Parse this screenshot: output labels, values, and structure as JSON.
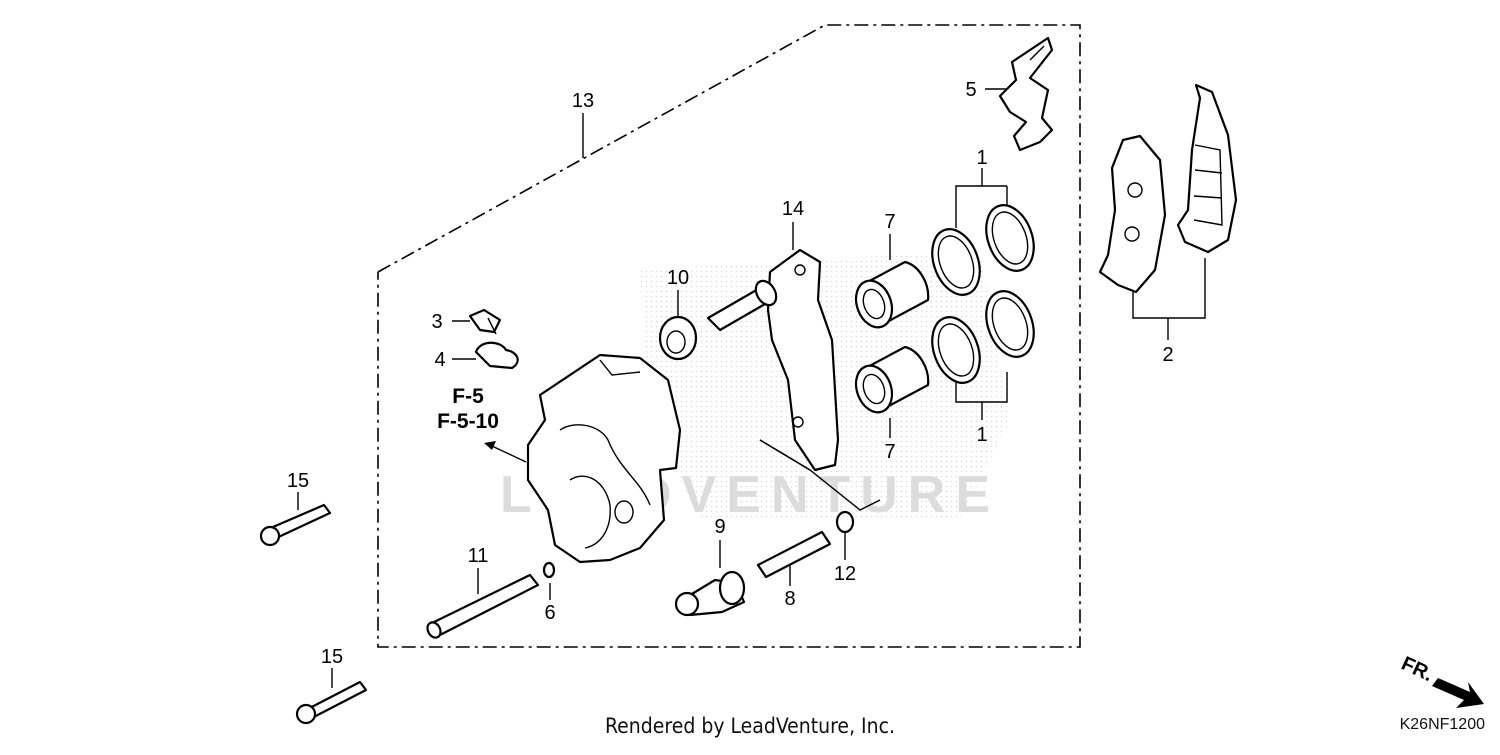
{
  "diagram": {
    "watermark": "LEADVENTURE",
    "callouts": {
      "c1_top": "1",
      "c1_bottom": "1",
      "c2": "2",
      "c3": "3",
      "c4": "4",
      "c5": "5",
      "c6": "6",
      "c7_top": "7",
      "c7_bottom": "7",
      "c8": "8",
      "c9": "9",
      "c10": "10",
      "c11": "11",
      "c12": "12",
      "c13": "13",
      "c14": "14",
      "c15_top": "15",
      "c15_bottom": "15"
    },
    "refs": {
      "ref1": "F-5",
      "ref2": "F-5-10"
    },
    "direction_label": "FR.",
    "diagram_code": "K26NF1200"
  },
  "footer": {
    "rendered_by": "Rendered by LeadVenture, Inc."
  },
  "colors": {
    "line": "#000000",
    "watermark": "#d9d9d9"
  }
}
